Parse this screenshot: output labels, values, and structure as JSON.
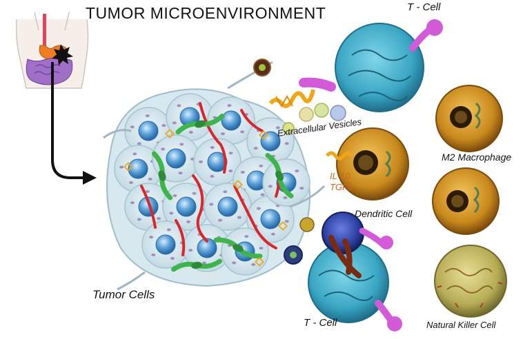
{
  "title": "TUMOR MICROENVIRONMENT",
  "labels": {
    "t_cell_top": "T - Cell",
    "extracellular_vesicles": "Extracellular Vesicles",
    "m2_macrophage": "M2 Macrophage",
    "il10": "IL-10",
    "tgfb": "TGFb",
    "dendritic_cell": "Dendritic Cell",
    "tumor_cells": "Tumor Cells",
    "t_cell_bottom": "T - Cell",
    "nk_cell": "Natural Killer Cell"
  },
  "colors": {
    "t_cell": "#3aa6c4",
    "macrophage": "#c9891c",
    "nk_cell": "#b8ad56",
    "dendritic": "#2a3fa0",
    "tumor_cell": "#cfe4ec",
    "nucleus": "#5aa2d8",
    "fibroblast": "#3db54a",
    "vessel": "#d9262b",
    "receptor": "#d35ad9",
    "cytokine": "#f0a616",
    "stomach": "#f07c20",
    "intestine": "#a070c8",
    "label_orange": "#d4661a"
  },
  "icons": [
    "body-outline-icon",
    "tumor-star-icon",
    "flow-arrow-icon"
  ]
}
